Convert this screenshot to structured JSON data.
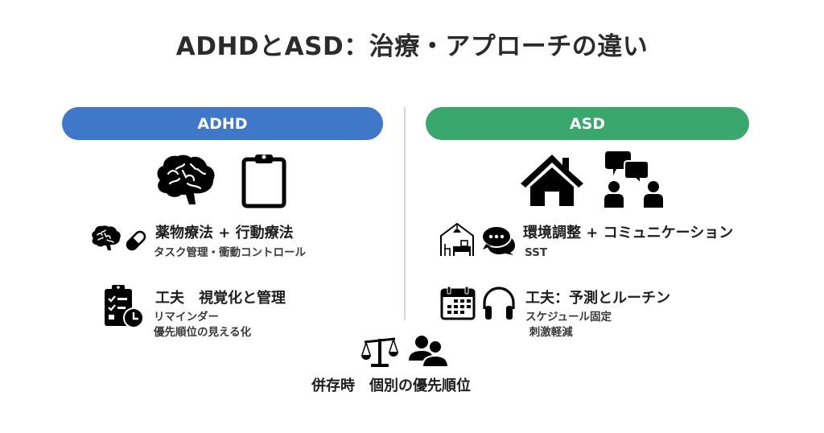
{
  "title": "ADHDとASD：治療・アプローチの違い",
  "colors": {
    "adhd": "#3f78c9",
    "asd": "#3aa76d",
    "divider": "#d6d6d6",
    "text": "#1e1e1e"
  },
  "adhd": {
    "label": "ADHD",
    "header_icons": [
      "brain-icon",
      "clipboard-icon"
    ],
    "items": [
      {
        "icons": [
          "brain-icon",
          "pill-capsule-icon"
        ],
        "heading": "薬物療法 + 行動療法",
        "details": [
          "タスク管理・衝動コントロール"
        ]
      },
      {
        "icons": [
          "clipboard-checklist-clock-icon"
        ],
        "heading": "工夫　視覚化と管理",
        "details": [
          "リマインダー",
          "優先順位の見える化"
        ]
      }
    ]
  },
  "asd": {
    "label": "ASD",
    "header_icons": [
      "house-icon",
      "people-conversation-icon"
    ],
    "items": [
      {
        "icons": [
          "room-environment-icon",
          "chat-bubbles-icon"
        ],
        "heading": "環境調整 + コミュニケーション",
        "details": [
          "SST"
        ]
      },
      {
        "icons": [
          "calendar-icon",
          "headphones-icon"
        ],
        "heading": "工夫：予測とルーチン",
        "details": [
          "スケジュール固定",
          " 刺激軽減"
        ]
      }
    ]
  },
  "comorbid": {
    "icons": [
      "balance-scale-icon",
      "users-icon"
    ],
    "label": "併存時　個別の優先順位"
  }
}
